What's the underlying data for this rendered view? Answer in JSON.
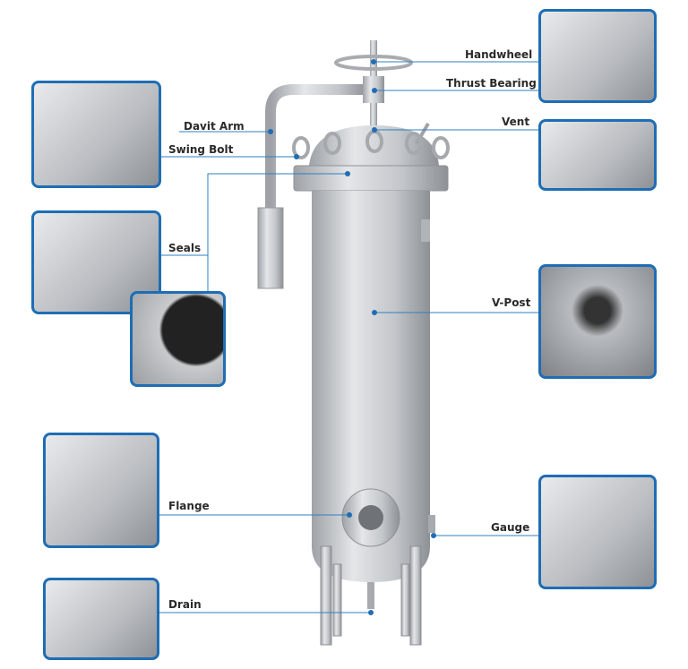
{
  "labels": {
    "handwheel": "Handwheel",
    "thrust_bearing": "Thrust Bearing",
    "vent": "Vent",
    "davit_arm": "Davit Arm",
    "swing_bolt": "Swing Bolt",
    "seals": "Seals",
    "v_post": "V-Post",
    "flange": "Flange",
    "gauge": "Gauge",
    "drain": "Drain"
  },
  "colors": {
    "accent": "#1f6db4",
    "line": "#2f7fc1",
    "steel": "#c4c7cb"
  }
}
